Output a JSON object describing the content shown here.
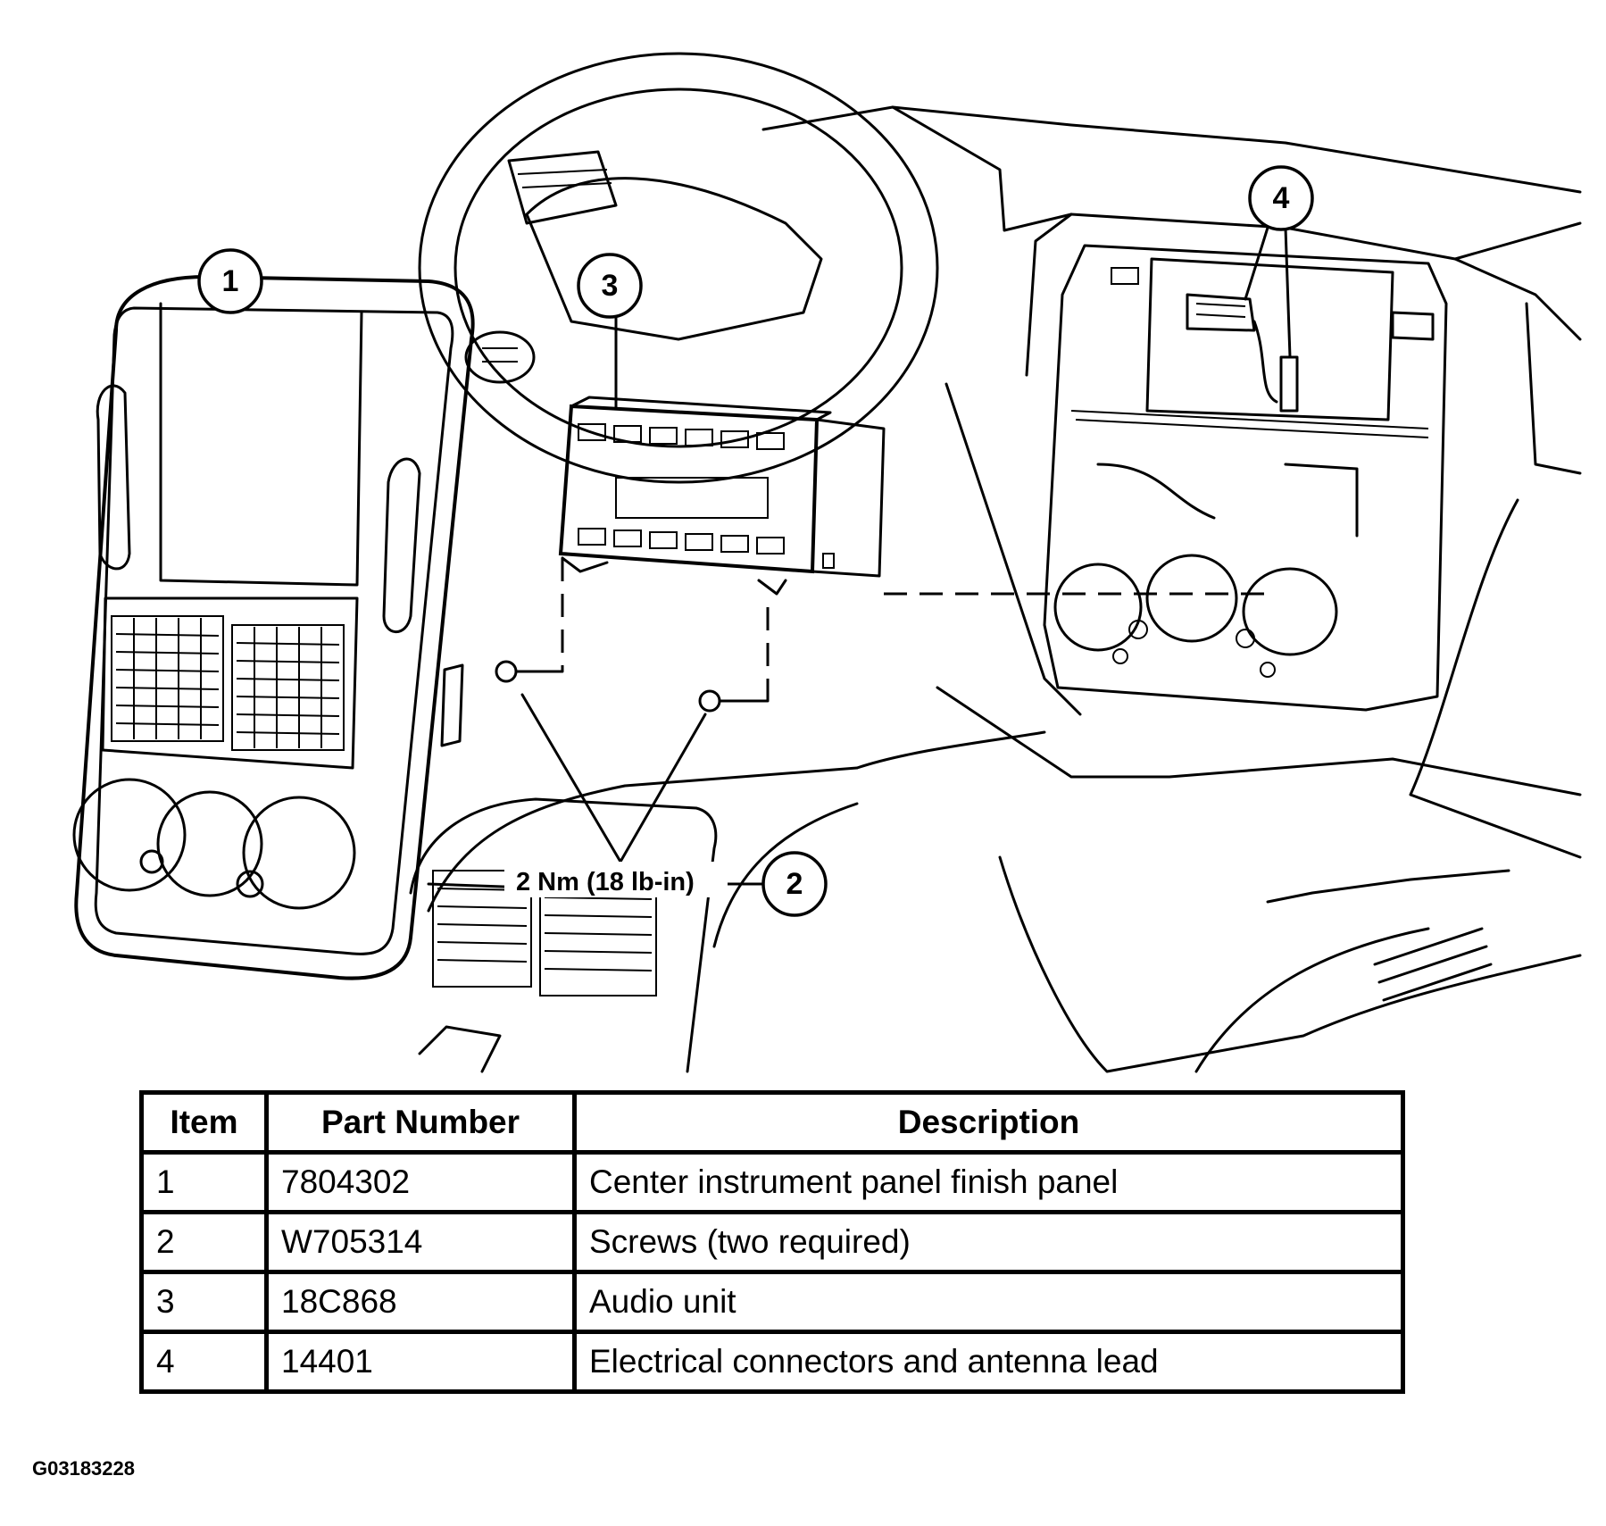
{
  "callouts": [
    "1",
    "2",
    "3",
    "4"
  ],
  "torque_spec": "2 Nm (18 lb-in)",
  "table": {
    "headers": {
      "item": "Item",
      "part_number": "Part Number",
      "description": "Description"
    },
    "rows": [
      {
        "item": "1",
        "part_number": "7804302",
        "description": "Center instrument panel finish panel"
      },
      {
        "item": "2",
        "part_number": "W705314",
        "description": "Screws (two required)"
      },
      {
        "item": "3",
        "part_number": "18C868",
        "description": "Audio unit"
      },
      {
        "item": "4",
        "part_number": "14401",
        "description": "Electrical connectors and antenna lead"
      }
    ]
  },
  "figure_id": "G03183228"
}
